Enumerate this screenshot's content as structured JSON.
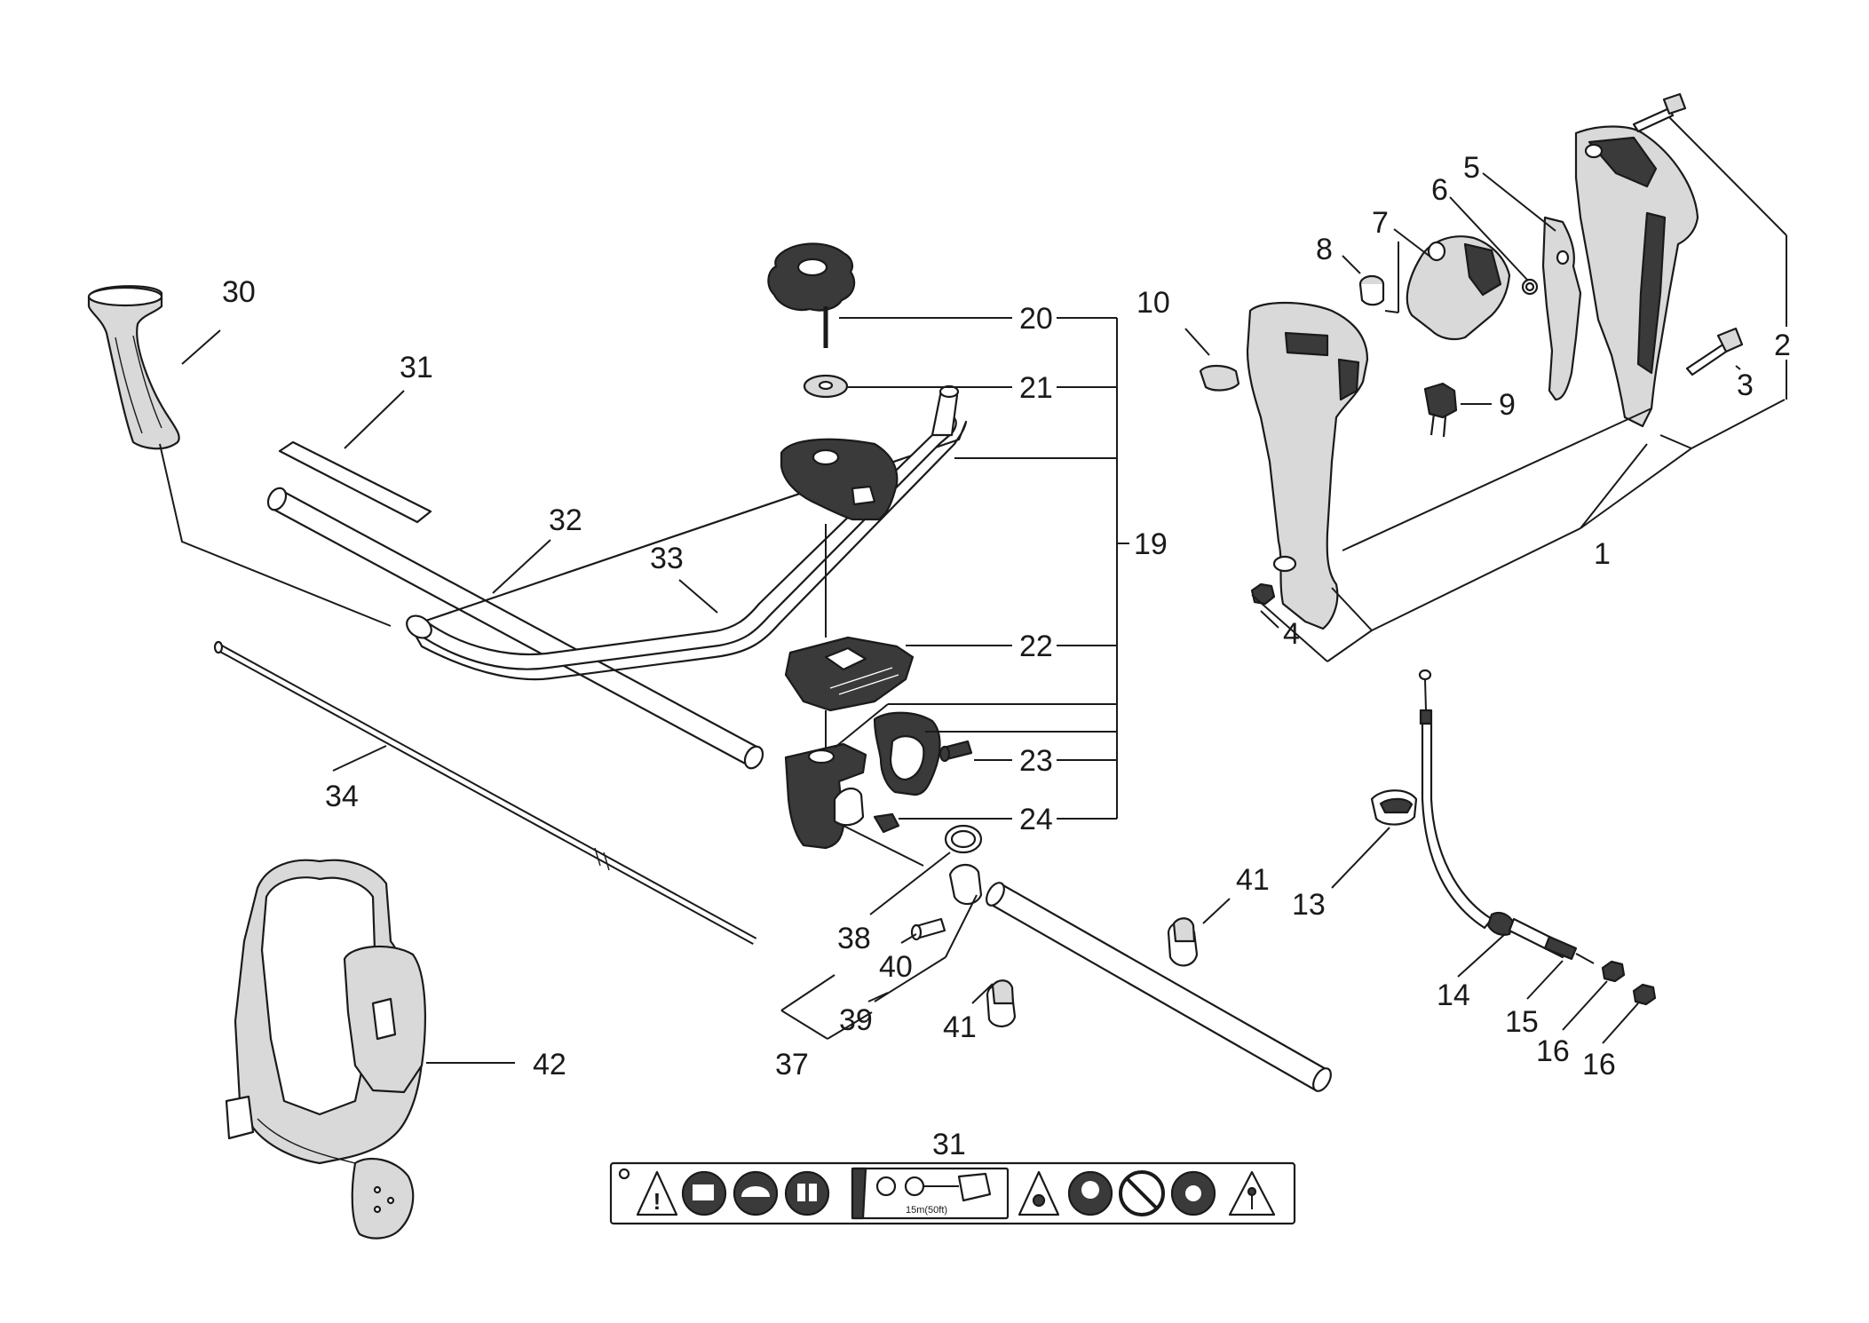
{
  "labels": {
    "n1": "1",
    "n2": "2",
    "n3": "3",
    "n4": "4",
    "n5": "5",
    "n6": "6",
    "n7": "7",
    "n8": "8",
    "n9": "9",
    "n10": "10",
    "n13": "13",
    "n14": "14",
    "n15": "15",
    "n16a": "16",
    "n16b": "16",
    "n19": "19",
    "n20": "20",
    "n21": "21",
    "n22": "22",
    "n23": "23",
    "n24": "24",
    "n30": "30",
    "n31a": "31",
    "n31b": "31",
    "n32": "32",
    "n33": "33",
    "n34": "34",
    "n37": "37",
    "n38": "38",
    "n39": "39",
    "n40": "40",
    "n41a": "41",
    "n41b": "41",
    "n42": "42"
  },
  "decal": {
    "distance_text": "15m(50ft)"
  },
  "colors": {
    "ink": "#1a1a1a",
    "fill_dark": "#3a3a3a",
    "fill_grey": "#d9d9d9",
    "background": "#ffffff"
  }
}
